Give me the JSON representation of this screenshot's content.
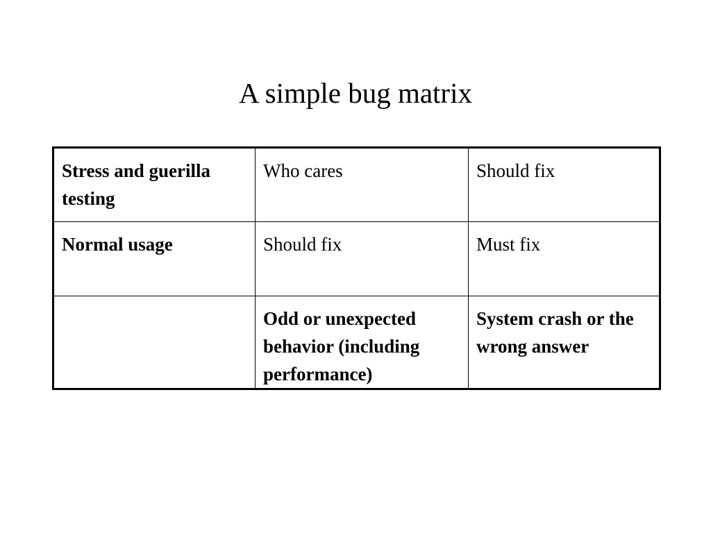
{
  "slide": {
    "title": "A simple bug matrix"
  },
  "matrix": {
    "rows": [
      [
        "Stress and guerilla testing",
        "Who cares",
        "Should fix"
      ],
      [
        "Normal usage",
        "Should fix",
        "Must fix"
      ],
      [
        "",
        "Odd or unexpected behavior (including performance)",
        "System crash or the wrong answer"
      ]
    ]
  }
}
